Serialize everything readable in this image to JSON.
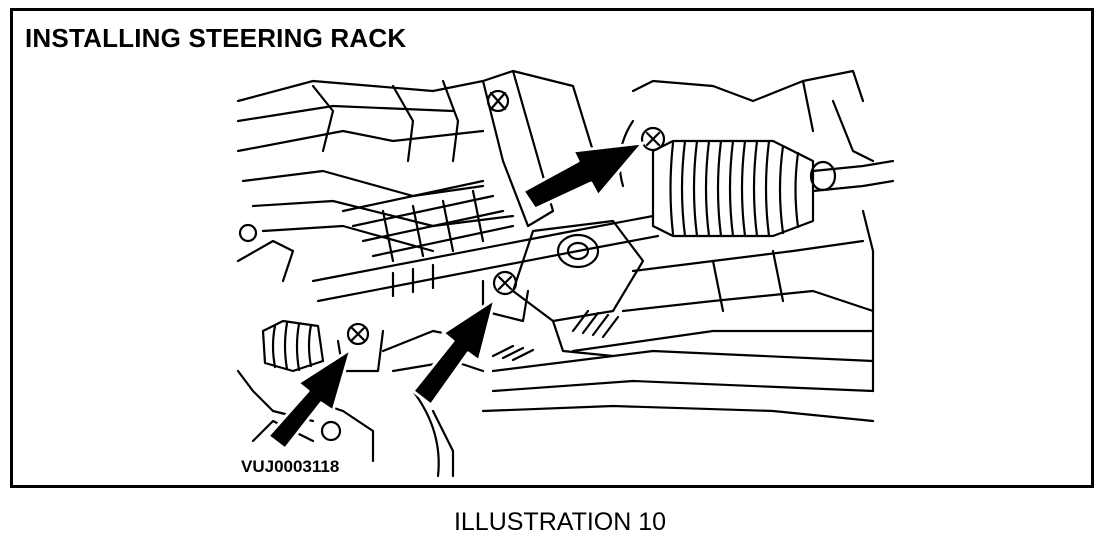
{
  "diagram": {
    "title": "INSTALLING STEERING RACK",
    "image_code": "VUJ0003118",
    "caption": "ILLUSTRATION 10",
    "callout_arrows": [
      {
        "name": "upper-bolt-arrow"
      },
      {
        "name": "middle-bolt-arrow"
      },
      {
        "name": "lower-bolt-arrow"
      }
    ]
  },
  "colors": {
    "line": "#000000",
    "background": "#ffffff"
  }
}
